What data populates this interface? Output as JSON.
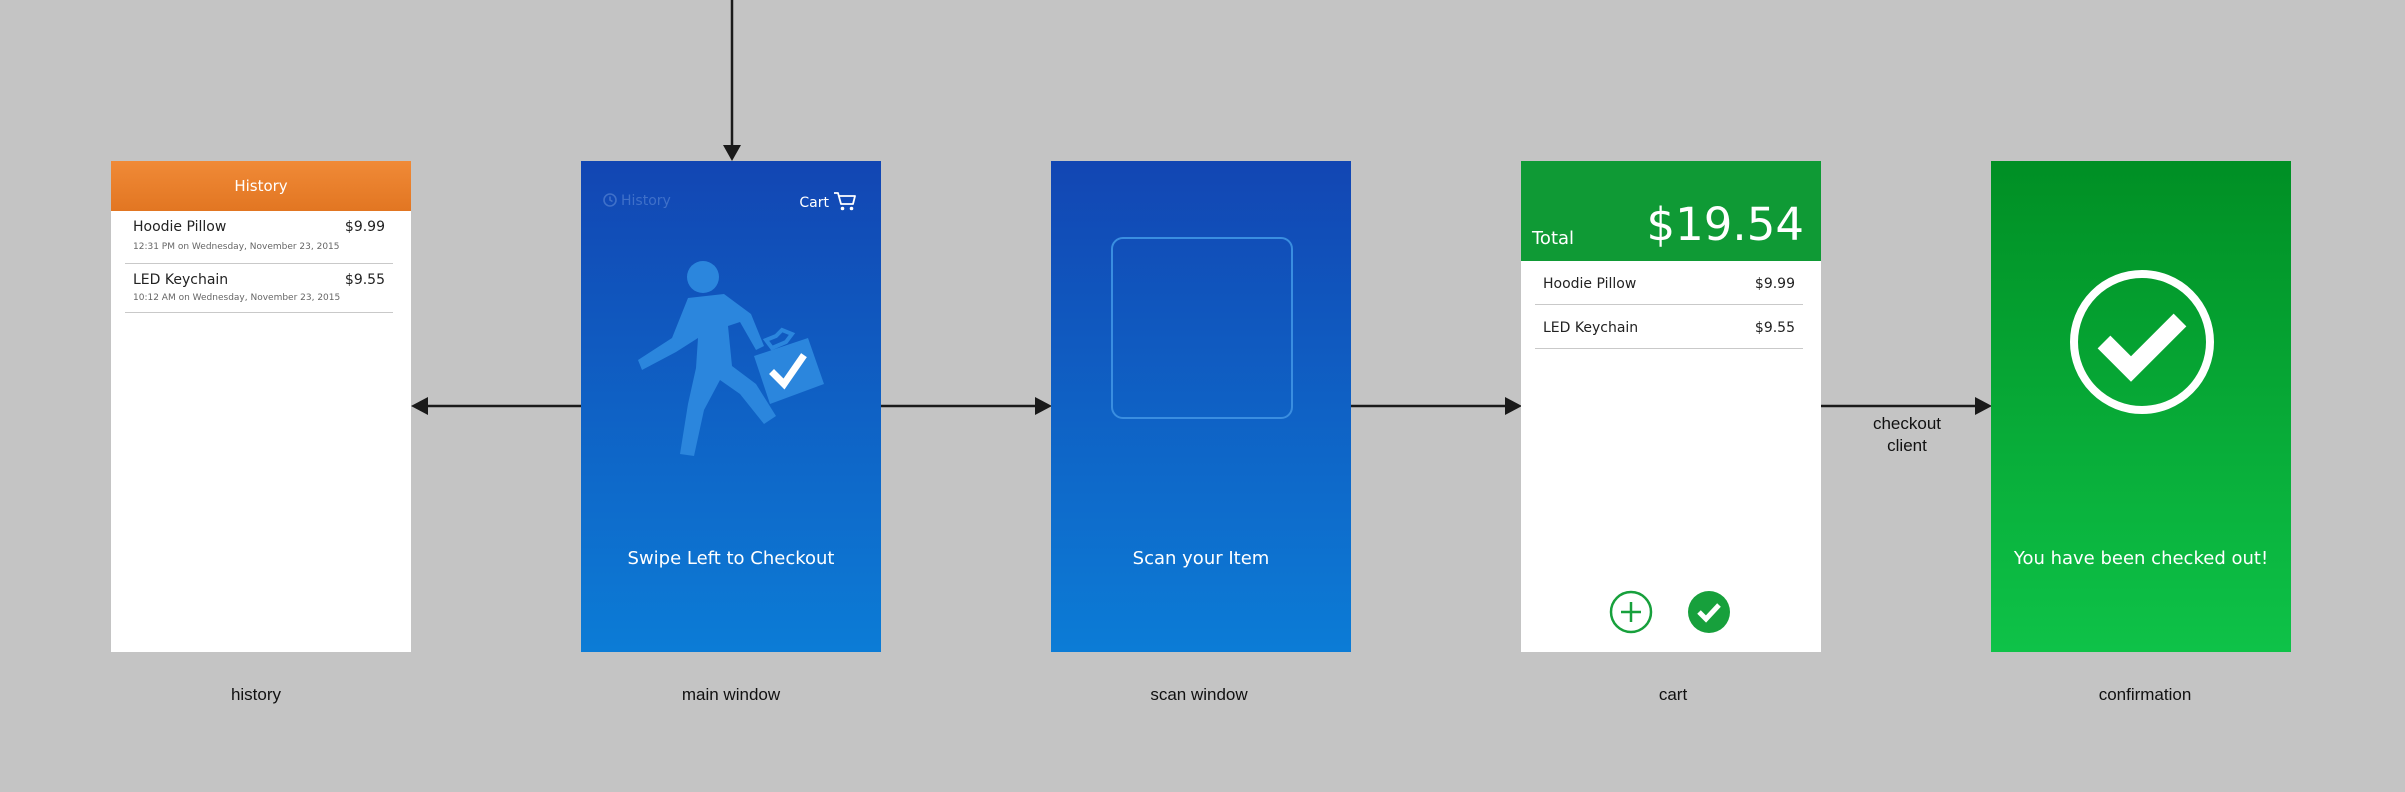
{
  "screens": {
    "history": {
      "caption": "history",
      "header_title": "History",
      "items": [
        {
          "name": "Hoodie Pillow",
          "price": "$9.99",
          "time": "12:31 PM on Wednesday, November 23, 2015"
        },
        {
          "name": "LED Keychain",
          "price": "$9.55",
          "time": "10:12 AM on Wednesday, November 23, 2015"
        }
      ]
    },
    "main": {
      "caption": "main window",
      "history_link": "History",
      "cart_link": "Cart",
      "message": "Swipe Left to Checkout",
      "icon": "walking-person-with-checked-bag-icon"
    },
    "scan": {
      "caption": "scan window",
      "message": "Scan your Item",
      "icon": "scan-frame-icon"
    },
    "cart": {
      "caption": "cart",
      "total_label": "Total",
      "total_amount": "$19.54",
      "items": [
        {
          "name": "Hoodie Pillow",
          "price": "$9.99"
        },
        {
          "name": "LED Keychain",
          "price": "$9.55"
        }
      ],
      "add_icon": "plus-circle-icon",
      "confirm_icon": "check-circle-icon"
    },
    "confirmation": {
      "caption": "confirmation",
      "message": "You have been checked out!",
      "icon": "check-circle-icon"
    }
  },
  "edges": {
    "checkout_label_line1": "checkout",
    "checkout_label_line2": "client"
  },
  "colors": {
    "background": "#c4c4c4",
    "history_header": "#e98030",
    "blue_top": "#1246b3",
    "blue_bottom": "#0c7cd6",
    "green": "#0f9a35",
    "arrow": "#1a1a1a"
  }
}
